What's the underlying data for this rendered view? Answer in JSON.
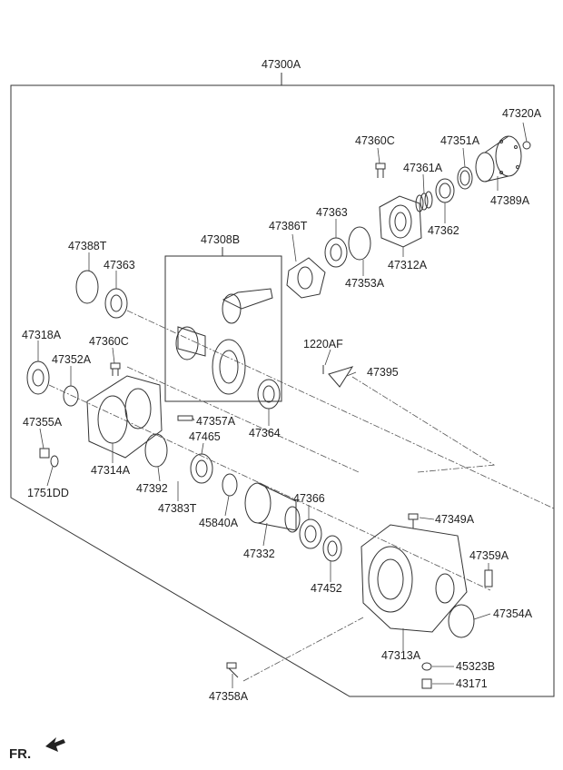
{
  "assembly_label": "47300A",
  "direction_label": "FR.",
  "icons": {
    "direction_arrow": "arrow-left-down-icon"
  },
  "parts": {
    "p47320A": "47320A",
    "p47360C_top": "47360C",
    "p47351A": "47351A",
    "p47361A": "47361A",
    "p47389A": "47389A",
    "p47363_top": "47363",
    "p47386T": "47386T",
    "p47362": "47362",
    "p47312A": "47312A",
    "p47353A": "47353A",
    "p47388T": "47388T",
    "p47308B": "47308B",
    "p47363_left": "47363",
    "p47318A": "47318A",
    "p47360C_left": "47360C",
    "p1220AF": "1220AF",
    "p47352A": "47352A",
    "p47395": "47395",
    "p47355A": "47355A",
    "p47357A": "47357A",
    "p47364": "47364",
    "p47465": "47465",
    "p47314A": "47314A",
    "p1751DD": "1751DD",
    "p47392": "47392",
    "p47383T": "47383T",
    "p47366": "47366",
    "p45840A": "45840A",
    "p47349A": "47349A",
    "p47332": "47332",
    "p47359A": "47359A",
    "p47452": "47452",
    "p47354A": "47354A",
    "p47313A": "47313A",
    "p45323B": "45323B",
    "p43171": "43171",
    "p47358A": "47358A"
  }
}
